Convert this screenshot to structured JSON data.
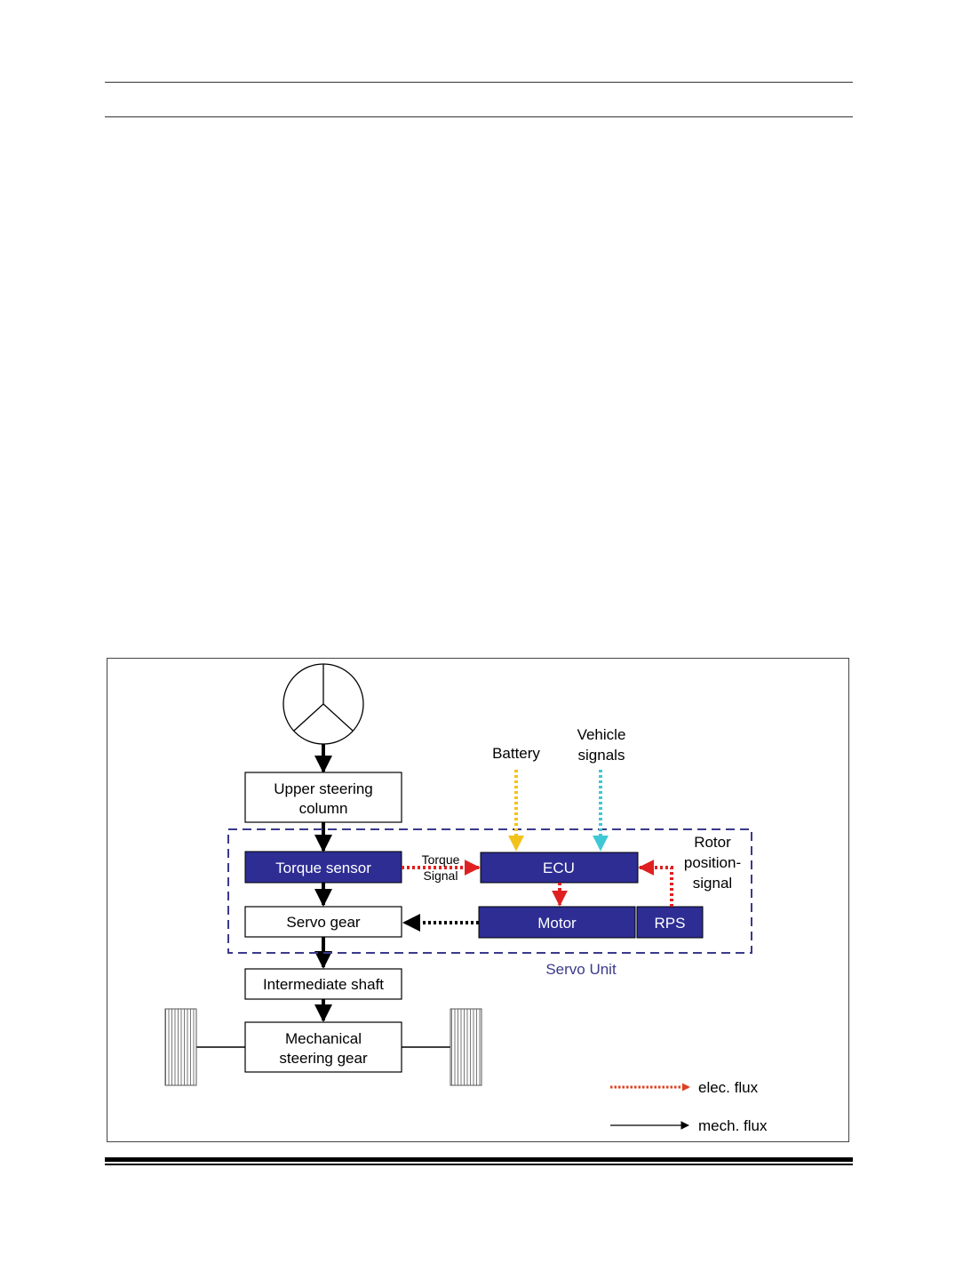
{
  "diagram": {
    "nodes": {
      "upper_steering_column": [
        "Upper steering",
        "column"
      ],
      "torque_sensor": "Torque sensor",
      "servo_gear": "Servo gear",
      "intermediate_shaft": "Intermediate shaft",
      "mechanical_steering_gear": [
        "Mechanical",
        "steering gear"
      ],
      "ecu": "ECU",
      "motor": "Motor",
      "rps": "RPS"
    },
    "inputs": {
      "battery": "Battery",
      "vehicle_signals": [
        "Vehicle",
        "signals"
      ]
    },
    "labels": {
      "torque_signal": [
        "Torque",
        "Signal"
      ],
      "rotor_position_signal": [
        "Rotor",
        "position-",
        "signal"
      ],
      "servo_unit": "Servo Unit"
    },
    "legend": {
      "elec_flux": "elec. flux",
      "mech_flux": "mech. flux"
    },
    "colors": {
      "block_fill": "#2d2d94",
      "servo_unit_border": "#3a3a8c",
      "elec_arrow": "#e02020",
      "battery_arrow": "#f2c21a",
      "vehicle_signal_arrow": "#3ec8d6",
      "mech_arrow": "#000000"
    }
  }
}
